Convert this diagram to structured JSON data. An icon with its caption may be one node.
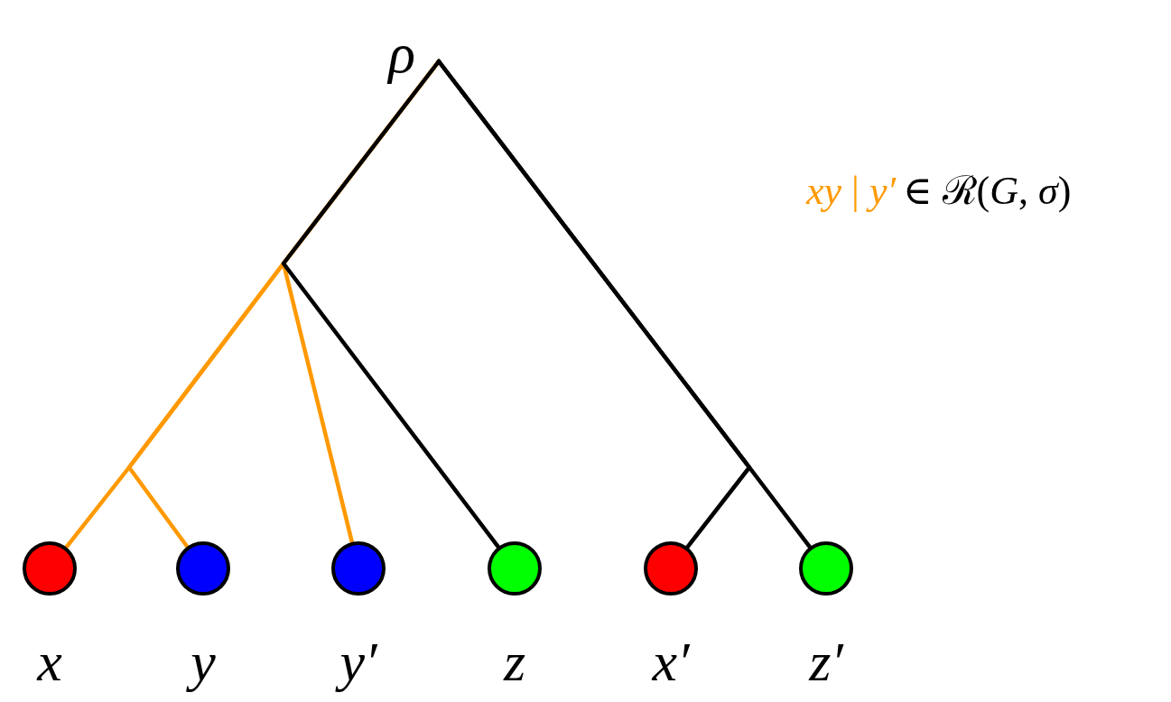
{
  "diagram": {
    "nodes": [
      {
        "text": [
          "ρ"
        ]
      },
      {
        "text": [],
        "shape": "circle",
        "beside": [
          "x"
        ]
      },
      {
        "text": [],
        "shape": "circle",
        "beside": [
          "y"
        ]
      },
      {
        "text": [],
        "shape": "circle",
        "beside": [
          "y′"
        ]
      },
      {
        "text": [],
        "shape": "circle",
        "beside": [
          "z"
        ]
      },
      {
        "text": [],
        "shape": "circle",
        "beside": [
          "x′"
        ]
      },
      {
        "text": [],
        "shape": "circle",
        "beside": [
          "z′"
        ]
      }
    ],
    "edges": [
      {
        "from": 0,
        "to": 1,
        "arrow": "none",
        "color": "#ff9900"
      },
      {
        "from": 0,
        "to": 2,
        "arrow": "none",
        "color": "#ff9900"
      },
      {
        "from": 0,
        "to": 3,
        "arrow": "none",
        "color": "#ff9900"
      },
      {
        "from": 0,
        "to": 4,
        "arrow": "none",
        "color": "#000000"
      },
      {
        "from": 0,
        "to": 5,
        "arrow": "none",
        "color": "#000000"
      },
      {
        "from": 0,
        "to": 6,
        "arrow": "none",
        "color": "#000000"
      }
    ],
    "labels": [
      "*xy* | *y′*",
      "∈ ℛ(*G*, *σ*)"
    ]
  }
}
